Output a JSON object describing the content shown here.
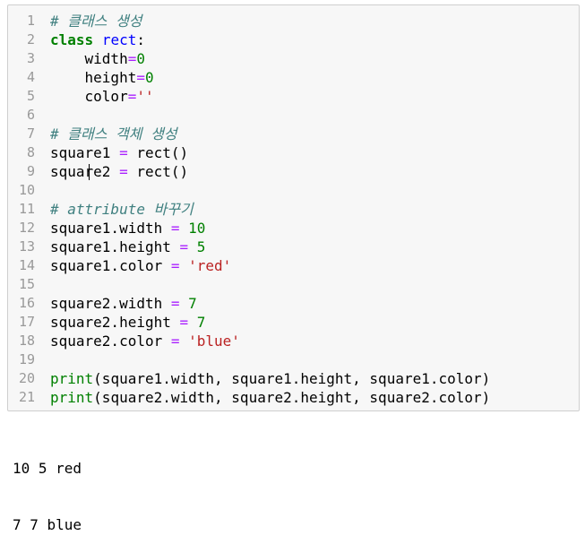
{
  "code_lines": [
    {
      "num": "1",
      "parts": [
        {
          "t": "# 클래스 생성",
          "c": "cmt"
        }
      ]
    },
    {
      "num": "2",
      "parts": [
        {
          "t": "class",
          "c": "kw"
        },
        {
          "t": " ",
          "c": ""
        },
        {
          "t": "rect",
          "c": "cls"
        },
        {
          "t": ":",
          "c": ""
        }
      ]
    },
    {
      "num": "3",
      "parts": [
        {
          "t": "    width",
          "c": ""
        },
        {
          "t": "=",
          "c": "op"
        },
        {
          "t": "0",
          "c": "num"
        }
      ]
    },
    {
      "num": "4",
      "parts": [
        {
          "t": "    height",
          "c": ""
        },
        {
          "t": "=",
          "c": "op"
        },
        {
          "t": "0",
          "c": "num"
        }
      ]
    },
    {
      "num": "5",
      "parts": [
        {
          "t": "    color",
          "c": ""
        },
        {
          "t": "=",
          "c": "op"
        },
        {
          "t": "''",
          "c": "str"
        }
      ]
    },
    {
      "num": "6",
      "parts": []
    },
    {
      "num": "7",
      "parts": [
        {
          "t": "# 클래스 객체 생성",
          "c": "cmt"
        }
      ]
    },
    {
      "num": "8",
      "parts": [
        {
          "t": "square1 ",
          "c": ""
        },
        {
          "t": "=",
          "c": "op"
        },
        {
          "t": " rect()",
          "c": ""
        }
      ]
    },
    {
      "num": "9",
      "parts": [
        {
          "t": "square2 ",
          "c": ""
        },
        {
          "t": "=",
          "c": "op"
        },
        {
          "t": " rect()",
          "c": ""
        }
      ]
    },
    {
      "num": "10",
      "parts": []
    },
    {
      "num": "11",
      "parts": [
        {
          "t": "# attribute 바꾸기",
          "c": "cmt"
        }
      ]
    },
    {
      "num": "12",
      "parts": [
        {
          "t": "square1.width ",
          "c": ""
        },
        {
          "t": "=",
          "c": "op"
        },
        {
          "t": " ",
          "c": ""
        },
        {
          "t": "10",
          "c": "num"
        }
      ]
    },
    {
      "num": "13",
      "parts": [
        {
          "t": "square1.height ",
          "c": ""
        },
        {
          "t": "=",
          "c": "op"
        },
        {
          "t": " ",
          "c": ""
        },
        {
          "t": "5",
          "c": "num"
        }
      ]
    },
    {
      "num": "14",
      "parts": [
        {
          "t": "square1.color ",
          "c": ""
        },
        {
          "t": "=",
          "c": "op"
        },
        {
          "t": " ",
          "c": ""
        },
        {
          "t": "'red'",
          "c": "str"
        }
      ]
    },
    {
      "num": "15",
      "parts": []
    },
    {
      "num": "16",
      "parts": [
        {
          "t": "square2.width ",
          "c": ""
        },
        {
          "t": "=",
          "c": "op"
        },
        {
          "t": " ",
          "c": ""
        },
        {
          "t": "7",
          "c": "num"
        }
      ]
    },
    {
      "num": "17",
      "parts": [
        {
          "t": "square2.height ",
          "c": ""
        },
        {
          "t": "=",
          "c": "op"
        },
        {
          "t": " ",
          "c": ""
        },
        {
          "t": "7",
          "c": "num"
        }
      ]
    },
    {
      "num": "18",
      "parts": [
        {
          "t": "square2.color ",
          "c": ""
        },
        {
          "t": "=",
          "c": "op"
        },
        {
          "t": " ",
          "c": ""
        },
        {
          "t": "'blue'",
          "c": "str"
        }
      ]
    },
    {
      "num": "19",
      "parts": []
    },
    {
      "num": "20",
      "parts": [
        {
          "t": "print",
          "c": "bi"
        },
        {
          "t": "(square1.width, square1.height, square1.color)",
          "c": ""
        }
      ]
    },
    {
      "num": "21",
      "parts": [
        {
          "t": "print",
          "c": "bi"
        },
        {
          "t": "(square2.width, square2.height, square2.color)",
          "c": ""
        }
      ]
    }
  ],
  "output": {
    "lines": [
      "10 5 red",
      "7 7 blue"
    ]
  },
  "colors": {
    "keyword": "#008000",
    "class_name": "#0000ff",
    "number": "#008000",
    "operator": "#aa22ff",
    "string": "#ba2121",
    "comment": "#408080",
    "line_number": "#999999",
    "cell_background": "#f7f7f7"
  }
}
